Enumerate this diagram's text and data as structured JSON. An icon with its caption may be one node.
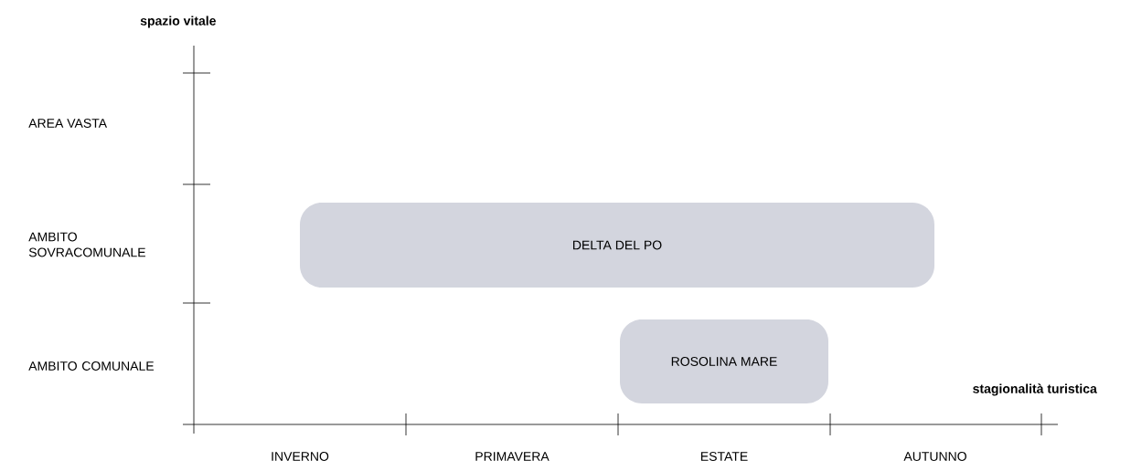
{
  "diagram": {
    "nodes": [
      {
        "text": [
          "DELTA DEL PO"
        ]
      },
      {
        "text": [
          "ROSOLINA MARE"
        ]
      }
    ],
    "labels": [
      "spazio vitale",
      "AREA VASTA",
      "AMBITO SOVRACOMUNALE",
      "AMBITO COMUNALE",
      "stagionalità turistica",
      "INVERNO",
      "PRIMAVERA",
      "ESTATE",
      "AUTUNNO"
    ]
  }
}
